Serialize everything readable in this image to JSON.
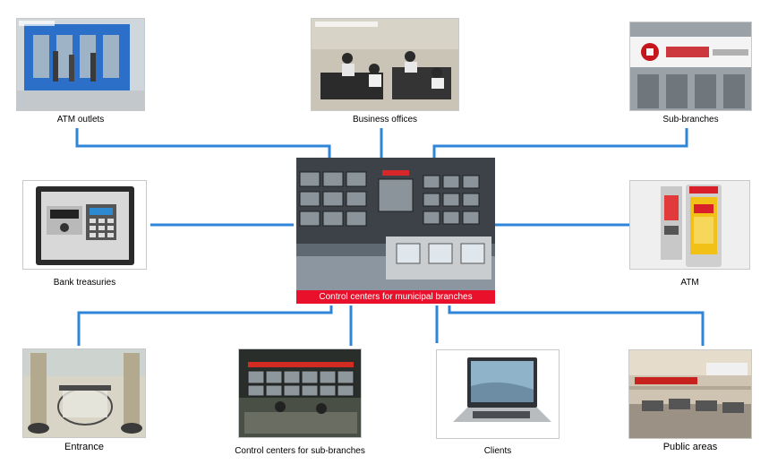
{
  "center": {
    "label": "Control centers for municipal branches"
  },
  "nodes": {
    "atm_outlets": "ATM outlets",
    "business_offices": "Business offices",
    "sub_branches": "Sub-branches",
    "bank_treasuries": "Bank treasuries",
    "atm": "ATM",
    "entrance": "Entrance",
    "control_sub": "Control centers for sub-branches",
    "clients": "Clients",
    "public_areas": "Public areas"
  },
  "colors": {
    "link": "#2f86d8",
    "banner": "#e8102a"
  }
}
